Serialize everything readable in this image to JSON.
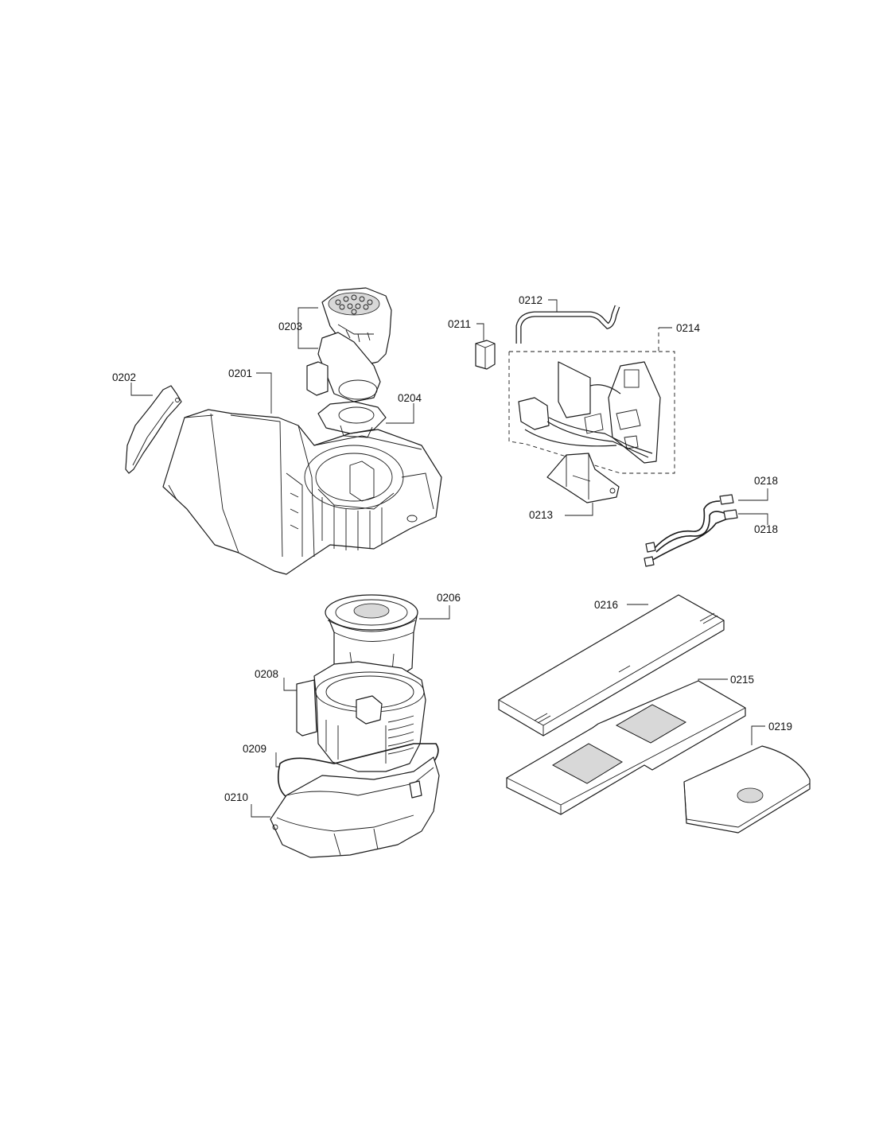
{
  "parts": {
    "p0201": "0201",
    "p0202": "0202",
    "p0203": "0203",
    "p0204": "0204",
    "p0206": "0206",
    "p0208": "0208",
    "p0209": "0209",
    "p0210": "0210",
    "p0211": "0211",
    "p0212": "0212",
    "p0213": "0213",
    "p0214": "0214",
    "p0215": "0215",
    "p0216": "0216",
    "p0218a": "0218",
    "p0218b": "0218",
    "p0219": "0219"
  }
}
